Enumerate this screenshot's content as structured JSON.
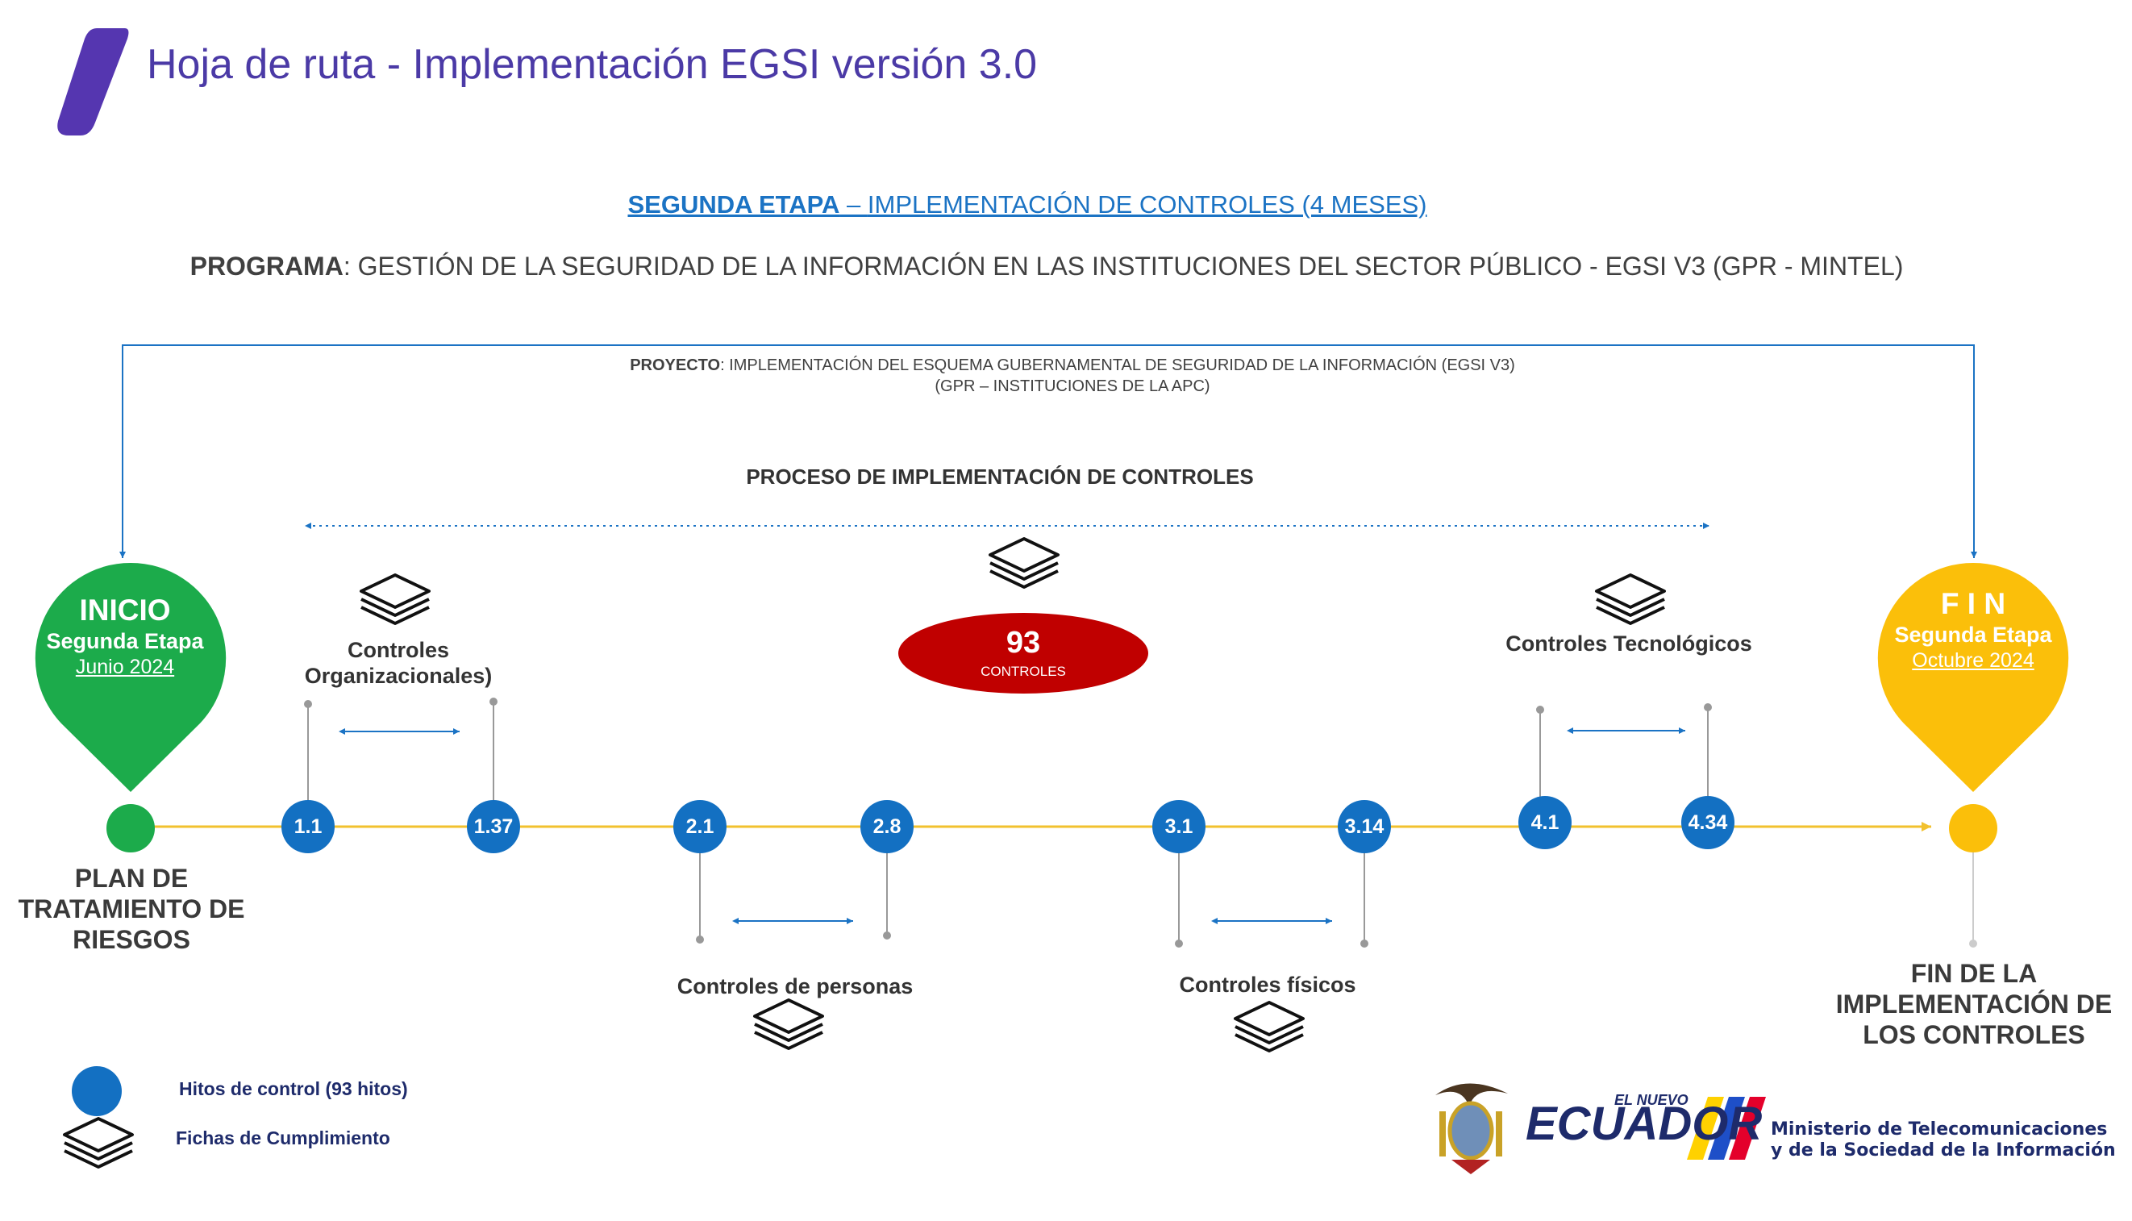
{
  "title": "Hoja de ruta - Implementación EGSI versión 3.0",
  "stage": {
    "bold": "SEGUNDA ETAPA",
    "sep": " – ",
    "rest": "IMPLEMENTACIÓN DE CONTROLES (4 MESES)"
  },
  "program": {
    "bold": "PROGRAMA",
    "rest": ": GESTIÓN DE LA SEGURIDAD DE LA INFORMACIÓN EN LAS INSTITUCIONES DEL SECTOR PÚBLICO - EGSI V3 (GPR - MINTEL)"
  },
  "project": {
    "bold": "PROYECTO",
    "rest": ": IMPLEMENTACIÓN DEL ESQUEMA GUBERNAMENTAL DE SEGURIDAD DE LA INFORMACIÓN (EGSI V3)",
    "line2": "(GPR – INSTITUCIONES DE LA APC)"
  },
  "process_label": "PROCESO DE IMPLEMENTACIÓN DE CONTROLES",
  "total": {
    "number": "93",
    "label": "CONTROLES"
  },
  "start": {
    "title": "INICIO",
    "subtitle": "Segunda Etapa",
    "date": "Junio 2024",
    "color": "#1cab4b",
    "label_lines": [
      "PLAN DE",
      "TRATAMIENTO DE",
      "RIESGOS"
    ]
  },
  "end": {
    "title": "F I N",
    "subtitle": "Segunda Etapa",
    "date": "Octubre 2024",
    "color": "#fbbf0a",
    "label_lines": [
      "FIN DE LA",
      "IMPLEMENTACIÓN DE",
      "LOS CONTROLES"
    ]
  },
  "groups": {
    "organizacionales": {
      "line1": "Controles",
      "line2": "Organizacionales)"
    },
    "personas": "Controles de personas",
    "fisicos": "Controles físicos",
    "tecnologicos": "Controles Tecnológicos"
  },
  "nodes": [
    "1.1",
    "1.37",
    "2.1",
    "2.8",
    "3.1",
    "3.14",
    "4.1",
    "4.34"
  ],
  "legend": {
    "milestones": "Hitos de control (93 hitos)",
    "sheets": "Fichas de Cumplimiento"
  },
  "logos": {
    "el_nuevo": "EL NUEVO",
    "ecuador": "ECUADOR",
    "ministry_line1": "Ministerio de Telecomunicaciones",
    "ministry_line2": "y de la Sociedad de la Información"
  },
  "colors": {
    "accent": "#4b3aa6",
    "node": "#1370c2",
    "timeline": "#f2c12e",
    "badge": "#c00000",
    "connector": "#1b73c4"
  }
}
